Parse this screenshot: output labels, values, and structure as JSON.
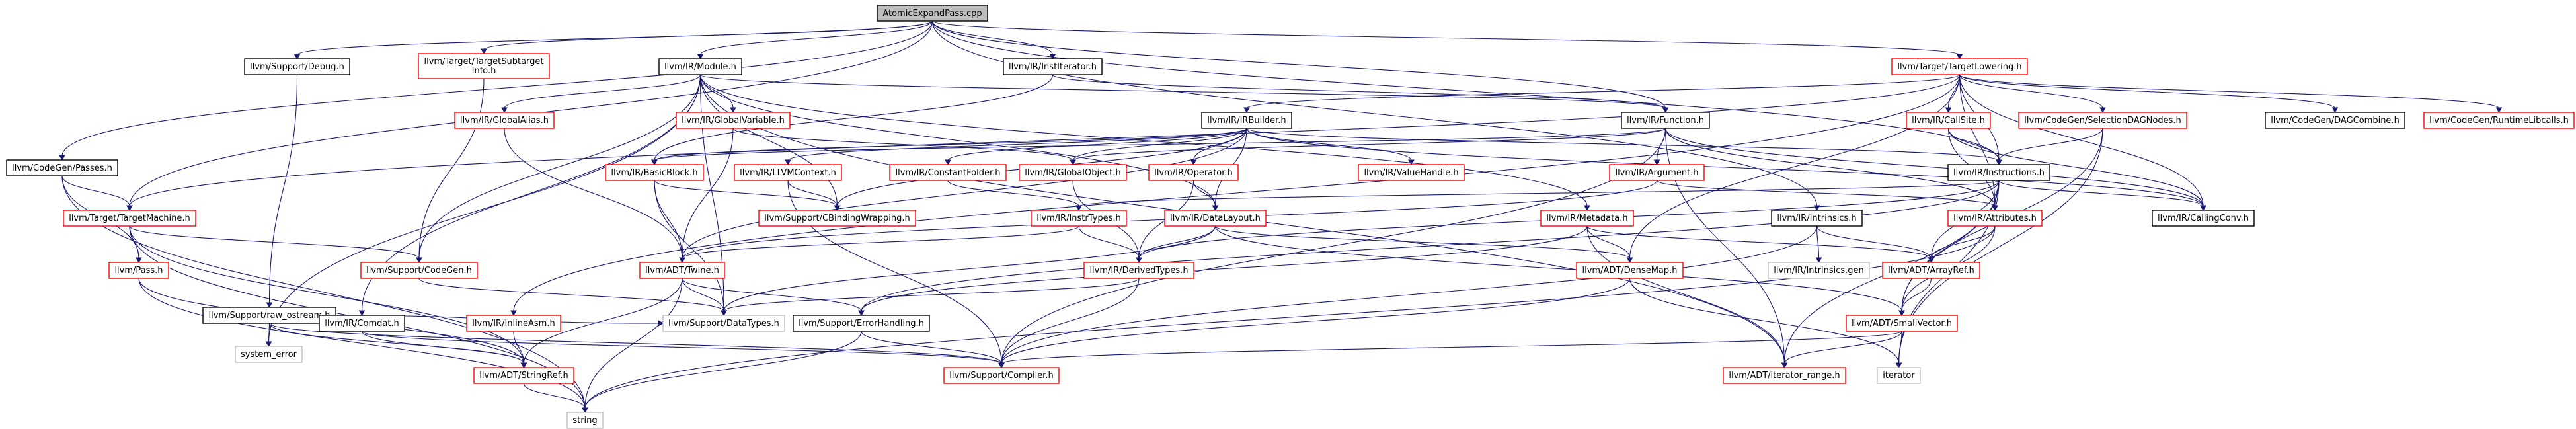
{
  "graph": {
    "root": "AtomicExpandPass.cpp",
    "colors": {
      "edge": "#191970",
      "root_fill": "#bfbfbf",
      "documented_border": "#000000",
      "undocumented_border": "#ff0000",
      "external_border": "#bfbfbf",
      "text": "#000000"
    },
    "nodes": [
      {
        "id": "root",
        "label": "AtomicExpandPass.cpp",
        "kind": "root"
      },
      {
        "id": "debug",
        "label": "llvm/Support/Debug.h",
        "kind": "doc"
      },
      {
        "id": "subtarget",
        "label": "llvm/Target/TargetSubtarget\nInfo.h",
        "kind": "undoc"
      },
      {
        "id": "module",
        "label": "llvm/IR/Module.h",
        "kind": "doc"
      },
      {
        "id": "institer",
        "label": "llvm/IR/InstIterator.h",
        "kind": "doc"
      },
      {
        "id": "tlowering",
        "label": "llvm/Target/TargetLowering.h",
        "kind": "undoc"
      },
      {
        "id": "passes",
        "label": "llvm/CodeGen/Passes.h",
        "kind": "doc"
      },
      {
        "id": "globalalias",
        "label": "llvm/IR/GlobalAlias.h",
        "kind": "undoc"
      },
      {
        "id": "globalvar",
        "label": "llvm/IR/GlobalVariable.h",
        "kind": "undoc"
      },
      {
        "id": "irbuilder",
        "label": "llvm/IR/IRBuilder.h",
        "kind": "doc"
      },
      {
        "id": "function",
        "label": "llvm/IR/Function.h",
        "kind": "doc"
      },
      {
        "id": "callsite",
        "label": "llvm/IR/CallSite.h",
        "kind": "undoc"
      },
      {
        "id": "seldag",
        "label": "llvm/CodeGen/SelectionDAGNodes.h",
        "kind": "undoc"
      },
      {
        "id": "dagcombine",
        "label": "llvm/CodeGen/DAGCombine.h",
        "kind": "doc"
      },
      {
        "id": "rtlibcalls",
        "label": "llvm/CodeGen/RuntimeLibcalls.h",
        "kind": "undoc"
      },
      {
        "id": "basicblock",
        "label": "llvm/IR/BasicBlock.h",
        "kind": "undoc"
      },
      {
        "id": "llvmcontext",
        "label": "llvm/IR/LLVMContext.h",
        "kind": "undoc"
      },
      {
        "id": "constfolder",
        "label": "llvm/IR/ConstantFolder.h",
        "kind": "undoc"
      },
      {
        "id": "globalobj",
        "label": "llvm/IR/GlobalObject.h",
        "kind": "undoc"
      },
      {
        "id": "operator",
        "label": "llvm/IR/Operator.h",
        "kind": "undoc"
      },
      {
        "id": "valuehandle",
        "label": "llvm/IR/ValueHandle.h",
        "kind": "undoc"
      },
      {
        "id": "argument",
        "label": "llvm/IR/Argument.h",
        "kind": "undoc"
      },
      {
        "id": "instructions",
        "label": "llvm/IR/Instructions.h",
        "kind": "doc"
      },
      {
        "id": "targetmachine",
        "label": "llvm/Target/TargetMachine.h",
        "kind": "undoc"
      },
      {
        "id": "cbinding",
        "label": "llvm/Support/CBindingWrapping.h",
        "kind": "undoc"
      },
      {
        "id": "insttypes",
        "label": "llvm/IR/InstrTypes.h",
        "kind": "undoc"
      },
      {
        "id": "datalayout",
        "label": "llvm/IR/DataLayout.h",
        "kind": "undoc"
      },
      {
        "id": "metadata",
        "label": "llvm/IR/Metadata.h",
        "kind": "undoc"
      },
      {
        "id": "intrinsics",
        "label": "llvm/IR/Intrinsics.h",
        "kind": "doc"
      },
      {
        "id": "attributes",
        "label": "llvm/IR/Attributes.h",
        "kind": "undoc"
      },
      {
        "id": "callingconv",
        "label": "llvm/IR/CallingConv.h",
        "kind": "doc"
      },
      {
        "id": "pass",
        "label": "llvm/Pass.h",
        "kind": "undoc"
      },
      {
        "id": "codegen",
        "label": "llvm/Support/CodeGen.h",
        "kind": "undoc"
      },
      {
        "id": "twine",
        "label": "llvm/ADT/Twine.h",
        "kind": "undoc"
      },
      {
        "id": "derivedtypes",
        "label": "llvm/IR/DerivedTypes.h",
        "kind": "undoc"
      },
      {
        "id": "densemap",
        "label": "llvm/ADT/DenseMap.h",
        "kind": "undoc"
      },
      {
        "id": "intrinsicsgen",
        "label": "llvm/IR/Intrinsics.gen",
        "kind": "ext"
      },
      {
        "id": "arrayref",
        "label": "llvm/ADT/ArrayRef.h",
        "kind": "undoc"
      },
      {
        "id": "rawostream",
        "label": "llvm/Support/raw_ostream.h",
        "kind": "doc"
      },
      {
        "id": "systemerror",
        "label": "system_error",
        "kind": "ext"
      },
      {
        "id": "comdat",
        "label": "llvm/IR/Comdat.h",
        "kind": "doc"
      },
      {
        "id": "inlineasm",
        "label": "llvm/IR/InlineAsm.h",
        "kind": "undoc"
      },
      {
        "id": "datatypes",
        "label": "llvm/Support/DataTypes.h",
        "kind": "ext"
      },
      {
        "id": "errhandling",
        "label": "llvm/Support/ErrorHandling.h",
        "kind": "doc"
      },
      {
        "id": "smallvector",
        "label": "llvm/ADT/SmallVector.h",
        "kind": "undoc"
      },
      {
        "id": "stringref",
        "label": "llvm/ADT/StringRef.h",
        "kind": "undoc"
      },
      {
        "id": "compiler",
        "label": "llvm/Support/Compiler.h",
        "kind": "undoc"
      },
      {
        "id": "iterrange",
        "label": "llvm/ADT/iterator_range.h",
        "kind": "undoc"
      },
      {
        "id": "iterator",
        "label": "iterator",
        "kind": "ext"
      },
      {
        "id": "string",
        "label": "string",
        "kind": "ext"
      }
    ],
    "edges": [
      [
        "root",
        "debug"
      ],
      [
        "root",
        "subtarget"
      ],
      [
        "root",
        "module"
      ],
      [
        "root",
        "institer"
      ],
      [
        "root",
        "tlowering"
      ],
      [
        "root",
        "passes"
      ],
      [
        "root",
        "targetmachine"
      ],
      [
        "root",
        "function"
      ],
      [
        "root",
        "instructions"
      ],
      [
        "root",
        "intrinsics"
      ],
      [
        "debug",
        "rawostream"
      ],
      [
        "subtarget",
        "codegen"
      ],
      [
        "module",
        "globalalias"
      ],
      [
        "module",
        "globalvar"
      ],
      [
        "module",
        "function"
      ],
      [
        "module",
        "datalayout"
      ],
      [
        "module",
        "metadata"
      ],
      [
        "module",
        "codegen"
      ],
      [
        "module",
        "comdat"
      ],
      [
        "module",
        "systemerror"
      ],
      [
        "module",
        "datatypes"
      ],
      [
        "module",
        "iterrange"
      ],
      [
        "module",
        "cbinding"
      ],
      [
        "institer",
        "basicblock"
      ],
      [
        "institer",
        "function"
      ],
      [
        "tlowering",
        "irbuilder"
      ],
      [
        "tlowering",
        "callsite"
      ],
      [
        "tlowering",
        "seldag"
      ],
      [
        "tlowering",
        "dagcombine"
      ],
      [
        "tlowering",
        "rtlibcalls"
      ],
      [
        "tlowering",
        "callingconv"
      ],
      [
        "tlowering",
        "attributes"
      ],
      [
        "tlowering",
        "instructions"
      ],
      [
        "tlowering",
        "targetmachine"
      ],
      [
        "tlowering",
        "inlineasm"
      ],
      [
        "tlowering",
        "densemap"
      ],
      [
        "passes",
        "pass"
      ],
      [
        "passes",
        "targetmachine"
      ],
      [
        "passes",
        "string"
      ],
      [
        "globalalias",
        "twine"
      ],
      [
        "globalvar",
        "globalobj"
      ],
      [
        "globalvar",
        "twine"
      ],
      [
        "irbuilder",
        "basicblock"
      ],
      [
        "irbuilder",
        "llvmcontext"
      ],
      [
        "irbuilder",
        "constfolder"
      ],
      [
        "irbuilder",
        "globalobj"
      ],
      [
        "irbuilder",
        "operator"
      ],
      [
        "irbuilder",
        "valuehandle"
      ],
      [
        "irbuilder",
        "datalayout"
      ],
      [
        "irbuilder",
        "instructions"
      ],
      [
        "irbuilder",
        "cbinding"
      ],
      [
        "irbuilder",
        "twine"
      ],
      [
        "irbuilder",
        "callingconv"
      ],
      [
        "function",
        "argument"
      ],
      [
        "function",
        "attributes"
      ],
      [
        "function",
        "callingconv"
      ],
      [
        "function",
        "basicblock"
      ],
      [
        "function",
        "compiler"
      ],
      [
        "function",
        "globalobj"
      ],
      [
        "function",
        "iterrange"
      ],
      [
        "callsite",
        "instructions"
      ],
      [
        "callsite",
        "attributes"
      ],
      [
        "callsite",
        "callingconv"
      ],
      [
        "seldag",
        "instructions"
      ],
      [
        "seldag",
        "smallvector"
      ],
      [
        "seldag",
        "iterator"
      ],
      [
        "basicblock",
        "twine"
      ],
      [
        "basicblock",
        "cbinding"
      ],
      [
        "basicblock",
        "datatypes"
      ],
      [
        "llvmcontext",
        "cbinding"
      ],
      [
        "llvmcontext",
        "compiler"
      ],
      [
        "constfolder",
        "insttypes"
      ],
      [
        "globalobj",
        "derivedtypes"
      ],
      [
        "operator",
        "datalayout"
      ],
      [
        "operator",
        "derivedtypes"
      ],
      [
        "argument",
        "attributes"
      ],
      [
        "argument",
        "twine"
      ],
      [
        "instructions",
        "attributes"
      ],
      [
        "instructions",
        "callingconv"
      ],
      [
        "instructions",
        "insttypes"
      ],
      [
        "instructions",
        "derivedtypes"
      ],
      [
        "instructions",
        "errhandling"
      ],
      [
        "instructions",
        "smallvector"
      ],
      [
        "instructions",
        "arrayref"
      ],
      [
        "instructions",
        "iterator"
      ],
      [
        "instructions",
        "iterrange"
      ],
      [
        "targetmachine",
        "pass"
      ],
      [
        "targetmachine",
        "codegen"
      ],
      [
        "targetmachine",
        "stringref"
      ],
      [
        "targetmachine",
        "string"
      ],
      [
        "insttypes",
        "twine"
      ],
      [
        "insttypes",
        "derivedtypes"
      ],
      [
        "datalayout",
        "derivedtypes"
      ],
      [
        "datalayout",
        "densemap"
      ],
      [
        "datalayout",
        "datatypes"
      ],
      [
        "datalayout",
        "smallvector"
      ],
      [
        "metadata",
        "densemap"
      ],
      [
        "metadata",
        "arrayref"
      ],
      [
        "metadata",
        "errhandling"
      ],
      [
        "metadata",
        "iterrange"
      ],
      [
        "intrinsics",
        "intrinsicsgen"
      ],
      [
        "intrinsics",
        "arrayref"
      ],
      [
        "intrinsics",
        "compiler"
      ],
      [
        "attributes",
        "arrayref"
      ],
      [
        "attributes",
        "smallvector"
      ],
      [
        "attributes",
        "string"
      ],
      [
        "pass",
        "stringref"
      ],
      [
        "pass",
        "string"
      ],
      [
        "codegen",
        "datatypes"
      ],
      [
        "twine",
        "stringref"
      ],
      [
        "twine",
        "datatypes"
      ],
      [
        "twine",
        "errhandling"
      ],
      [
        "twine",
        "string"
      ],
      [
        "derivedtypes",
        "datatypes"
      ],
      [
        "derivedtypes",
        "compiler"
      ],
      [
        "densemap",
        "compiler"
      ],
      [
        "densemap",
        "iterator"
      ],
      [
        "arrayref",
        "smallvector"
      ],
      [
        "rawostream",
        "systemerror"
      ],
      [
        "rawostream",
        "datatypes"
      ],
      [
        "rawostream",
        "stringref"
      ],
      [
        "rawostream",
        "compiler"
      ],
      [
        "comdat",
        "stringref"
      ],
      [
        "comdat",
        "compiler"
      ],
      [
        "inlineasm",
        "stringref"
      ],
      [
        "errhandling",
        "compiler"
      ],
      [
        "errhandling",
        "string"
      ],
      [
        "smallvector",
        "compiler"
      ],
      [
        "smallvector",
        "iterrange"
      ],
      [
        "smallvector",
        "iterator"
      ],
      [
        "stringref",
        "string"
      ]
    ]
  }
}
